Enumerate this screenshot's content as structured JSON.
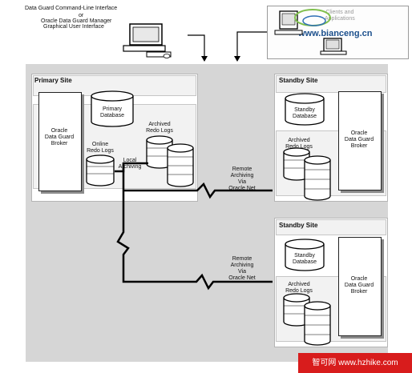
{
  "top_labels": {
    "cli": "Data Guard Command-Line Interface",
    "or": "or",
    "manager": "Oracle Data Guard Manager",
    "gui": "Graphical User Interface"
  },
  "clients_label": [
    "Clients and",
    "Applications"
  ],
  "watermark": "www.bianceng.cn",
  "primary": {
    "title": "Primary Site",
    "broker": [
      "Oracle",
      "Data Guard",
      "Broker"
    ],
    "database": [
      "Primary",
      "Database"
    ],
    "archived": [
      "Archived",
      "Redo Logs"
    ],
    "online": [
      "Online",
      "Redo Logs"
    ],
    "local": [
      "Local",
      "Archiving"
    ]
  },
  "standby1": {
    "title": "Standby Site",
    "database": [
      "Standby",
      "Database"
    ],
    "archived": [
      "Archived",
      "Redo Logs"
    ],
    "broker": [
      "Oracle",
      "Data Guard",
      "Broker"
    ]
  },
  "standby2": {
    "title": "Standby Site",
    "database": [
      "Standby",
      "Database"
    ],
    "archived": [
      "Archived",
      "Redo Logs"
    ],
    "broker": [
      "Oracle",
      "Data Guard",
      "Broker"
    ]
  },
  "remote1": [
    "Remote",
    "Archiving",
    "Via",
    "Oracle Net"
  ],
  "remote2": [
    "Remote",
    "Archiving",
    "Via",
    "Oracle Net"
  ],
  "footer": "智可网 www.hzhike.com"
}
